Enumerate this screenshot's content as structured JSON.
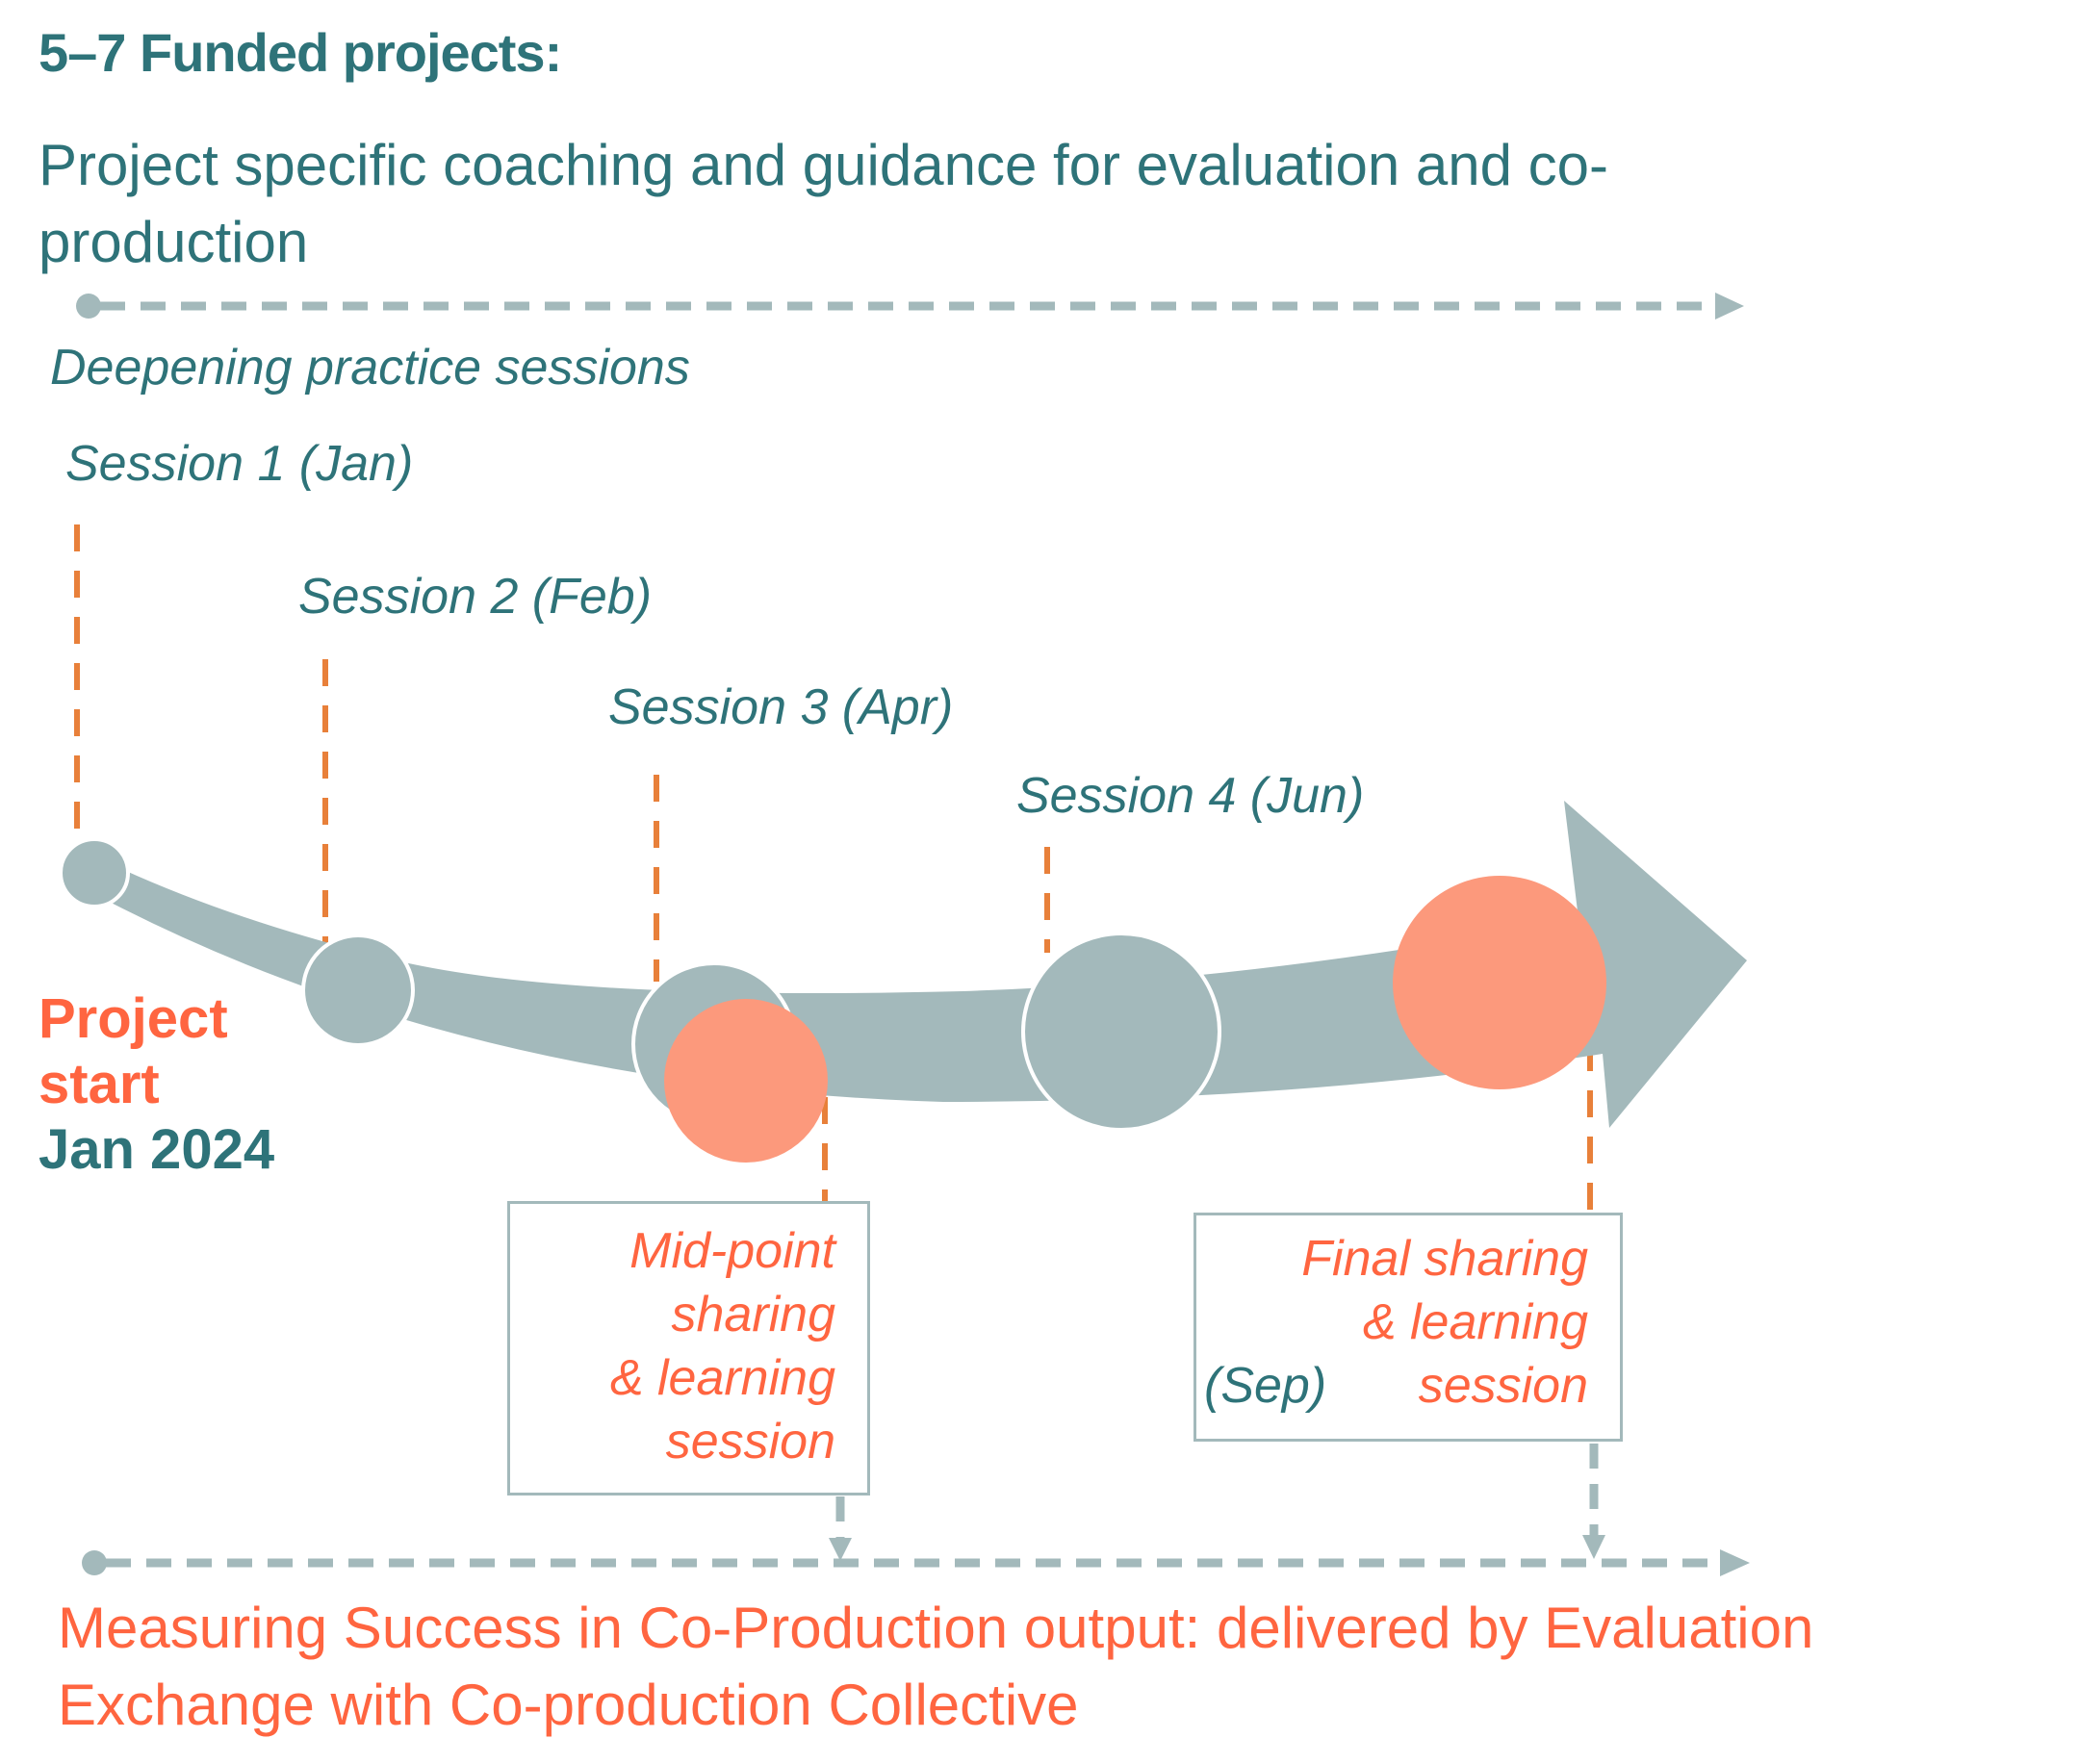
{
  "title": "5–7 Funded projects:",
  "subtitle": "Project specific coaching and guidance for evaluation and co-production",
  "track_label": "Deepening practice sessions",
  "sessions": [
    {
      "label": "Session 1 (Jan)",
      "month": "Jan"
    },
    {
      "label": "Session 2 (Feb)",
      "month": "Feb"
    },
    {
      "label": "Session 3 (Apr)",
      "month": "Apr"
    },
    {
      "label": "Session 4 (Jun)",
      "month": "Jun"
    }
  ],
  "start": {
    "line1": "Project",
    "line2": "start",
    "line3": "Jan 2024"
  },
  "midpoint": {
    "lines": [
      "Mid-point",
      "sharing",
      "& learning",
      "session"
    ]
  },
  "final": {
    "lines": [
      "Final sharing",
      "& learning",
      "session"
    ],
    "month": "(Sep)"
  },
  "footer": "Measuring Success in Co-Production output: delivered by Evaluation Exchange with Co-production Collective",
  "colors": {
    "teal": "#2e7379",
    "orange": "#ff6540",
    "gray": "#a3b9bb",
    "salmon": "#fc997c",
    "dash_orange": "#e8803a"
  }
}
